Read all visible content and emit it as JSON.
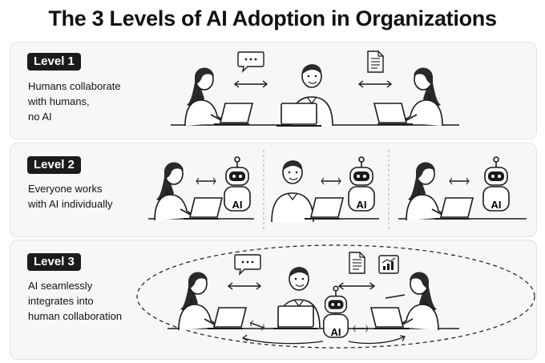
{
  "title": "The 3 Levels of AI Adoption in Organizations",
  "levels": [
    {
      "badge": "Level 1",
      "description": [
        "Humans collaborate",
        "with humans,",
        "no AI"
      ]
    },
    {
      "badge": "Level 2",
      "description": [
        "Everyone works",
        "with AI individually"
      ]
    },
    {
      "badge": "Level 3",
      "description": [
        "AI seamlessly",
        "integrates into",
        "human collaboration"
      ]
    }
  ],
  "robot_label": "AI",
  "colors": {
    "badge_bg": "#1b1b1b",
    "panel_bg": "#f7f7f7",
    "line": "#1a1a1a"
  },
  "icons": [
    "person-icon",
    "laptop-icon",
    "robot-icon",
    "chat-bubble-icon",
    "document-icon",
    "chart-icon",
    "double-arrow-icon"
  ]
}
